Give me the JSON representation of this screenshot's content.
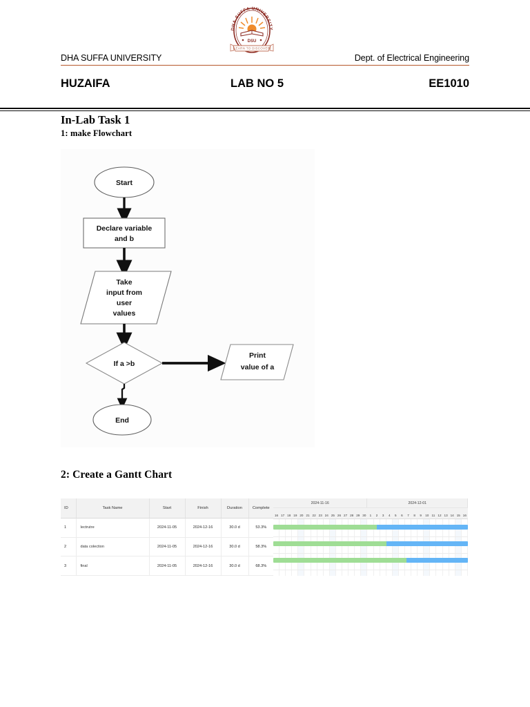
{
  "header": {
    "logo": {
      "name": "dsu-crest-logo",
      "arc_text": "DHA SUFFA UNIVERSITY",
      "abbr": "DSU",
      "motto": "LEARN TO DISCOVER",
      "ring_color": "#8c2b23",
      "sun_color": "#ef8b2c"
    },
    "university": "DHA SUFFA UNIVERSITY",
    "department": "Dept. of Electrical Engineering",
    "rule_color": "#b5562a",
    "student_name": "HUZAIFA",
    "lab_no": "LAB NO 5",
    "course_code": "EE1010"
  },
  "tasks": {
    "task1_title": "In-Lab Task 1",
    "task1_subtitle": "1: make Flowchart",
    "task2_title": "2: Create a Gantt Chart"
  },
  "flowchart": {
    "nodes": [
      {
        "id": "start",
        "shape": "ellipse",
        "label": "Start"
      },
      {
        "id": "declare",
        "shape": "rectangle",
        "label_line1": "Declare variable",
        "label_line2": "and b"
      },
      {
        "id": "input",
        "shape": "parallelogram",
        "label_line1": "Take",
        "label_line2": "input from",
        "label_line3": "user",
        "label_line4": "values"
      },
      {
        "id": "decide",
        "shape": "diamond",
        "label": "If a >b"
      },
      {
        "id": "print",
        "shape": "parallelogram",
        "label_line1": "Print",
        "label_line2": "value of a"
      },
      {
        "id": "end",
        "shape": "ellipse",
        "label": "End"
      }
    ],
    "edges": [
      {
        "from": "start",
        "to": "declare"
      },
      {
        "from": "declare",
        "to": "input"
      },
      {
        "from": "input",
        "to": "decide"
      },
      {
        "from": "decide",
        "to": "print"
      },
      {
        "from": "decide",
        "to": "end"
      }
    ]
  },
  "chart_data": {
    "type": "table",
    "title": "Gantt Chart",
    "columns": [
      "ID",
      "Task Name",
      "Start",
      "Finish",
      "Duration",
      "Complete"
    ],
    "rows": [
      {
        "id": "1",
        "name": "lectrutre",
        "start": "2024-11-05",
        "finish": "2024-12-16",
        "duration": "30.0 d",
        "complete": "53.3%",
        "complete_pct": 53.3
      },
      {
        "id": "2",
        "name": "data colection",
        "start": "2024-11-05",
        "finish": "2024-12-16",
        "duration": "30.0 d",
        "complete": "58.3%",
        "complete_pct": 58.3
      },
      {
        "id": "3",
        "name": "final",
        "start": "2024-11-05",
        "finish": "2024-12-16",
        "duration": "30.0 d",
        "complete": "68.3%",
        "complete_pct": 68.3
      }
    ],
    "timeline": {
      "months": [
        {
          "label": "2024-11-16",
          "days": [
            "16",
            "17",
            "18",
            "19",
            "20",
            "21",
            "22",
            "23",
            "24",
            "25",
            "26",
            "27",
            "28",
            "29",
            "30"
          ]
        },
        {
          "label": "2024-12-01",
          "days": [
            "1",
            "2",
            "3",
            "4",
            "5",
            "6",
            "7",
            "8",
            "9",
            "10",
            "11",
            "12",
            "13",
            "14",
            "15",
            "16"
          ]
        }
      ],
      "bar_done_color": "#9fdd95",
      "bar_remaining_color": "#64b5f6"
    }
  }
}
